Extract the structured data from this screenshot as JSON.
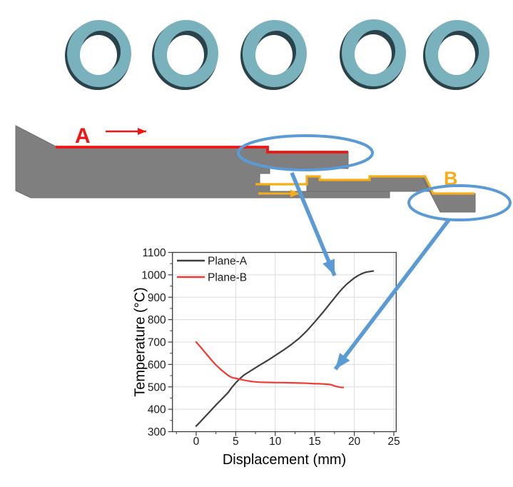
{
  "figure": {
    "rings": {
      "count": 5,
      "fill_color": "#79b1bd",
      "shadow_color": "#2a4249",
      "hole_color": "#ffffff",
      "centers": [
        [
          139,
          75
        ],
        [
          261,
          75
        ],
        [
          385,
          75
        ],
        [
          524,
          74
        ],
        [
          641,
          75
        ]
      ]
    },
    "diagram": {
      "label_a": "A",
      "label_b": "B",
      "body_color": "#7f7f7f",
      "body_edge_color": "#6e6e6e",
      "plane_a_color": "#ee1515",
      "plane_b_color": "#f5ae19",
      "callout_color": "#5b9bd5"
    }
  },
  "chart_data": {
    "type": "line",
    "title": "",
    "xlabel": "Displacement (mm)",
    "ylabel": "Temperature (°C)",
    "xlim": [
      -3,
      25.3
    ],
    "ylim": [
      300,
      1100
    ],
    "xticks": [
      0,
      5,
      10,
      15,
      20,
      25
    ],
    "yticks": [
      300,
      400,
      500,
      600,
      700,
      800,
      900,
      1000,
      1100
    ],
    "x_minor_step": 2.5,
    "y_minor_step": 50,
    "grid": true,
    "grid_color": "#dcdcdc",
    "axis_color": "#3a3a3a",
    "legend_position": "top-left",
    "series": [
      {
        "name": "Plane-A",
        "color": "#3f3f3f",
        "points": [
          [
            0,
            325
          ],
          [
            0.5,
            343
          ],
          [
            1,
            362
          ],
          [
            1.5,
            381
          ],
          [
            2,
            400
          ],
          [
            2.5,
            419
          ],
          [
            3,
            437
          ],
          [
            3.5,
            455
          ],
          [
            4,
            473
          ],
          [
            4.5,
            497
          ],
          [
            5,
            518
          ],
          [
            5.5,
            536
          ],
          [
            6,
            551
          ],
          [
            6.5,
            563
          ],
          [
            7,
            574
          ],
          [
            7.5,
            585
          ],
          [
            8,
            596
          ],
          [
            9,
            617
          ],
          [
            10,
            640
          ],
          [
            11,
            663
          ],
          [
            12,
            688
          ],
          [
            13,
            716
          ],
          [
            14,
            750
          ],
          [
            15,
            790
          ],
          [
            16,
            831
          ],
          [
            17,
            875
          ],
          [
            18,
            919
          ],
          [
            18.5,
            939
          ],
          [
            19,
            957
          ],
          [
            19.5,
            972
          ],
          [
            20,
            986
          ],
          [
            20.5,
            997
          ],
          [
            21,
            1006
          ],
          [
            21.5,
            1012
          ],
          [
            22,
            1015
          ],
          [
            22.4,
            1017
          ]
        ]
      },
      {
        "name": "Plane-B",
        "color": "#ef3b33",
        "points": [
          [
            0,
            700
          ],
          [
            0.3,
            688
          ],
          [
            0.6,
            676
          ],
          [
            1,
            659
          ],
          [
            1.5,
            638
          ],
          [
            2,
            617
          ],
          [
            2.5,
            598
          ],
          [
            3,
            581
          ],
          [
            3.5,
            566
          ],
          [
            4,
            552
          ],
          [
            4.3,
            545
          ],
          [
            4.6,
            541
          ],
          [
            5,
            538
          ],
          [
            5.5,
            534
          ],
          [
            6,
            530
          ],
          [
            6.5,
            527
          ],
          [
            7,
            524
          ],
          [
            7.5,
            522
          ],
          [
            8,
            521
          ],
          [
            9,
            520
          ],
          [
            10,
            519
          ],
          [
            11,
            519
          ],
          [
            12,
            518
          ],
          [
            13,
            517
          ],
          [
            14,
            516
          ],
          [
            15,
            514
          ],
          [
            15.5,
            514
          ],
          [
            16,
            513
          ],
          [
            16.5,
            512
          ],
          [
            17,
            510
          ],
          [
            17.3,
            507
          ],
          [
            17.6,
            503
          ],
          [
            18,
            500
          ],
          [
            18.3,
            498
          ],
          [
            18.6,
            497
          ]
        ]
      }
    ]
  }
}
